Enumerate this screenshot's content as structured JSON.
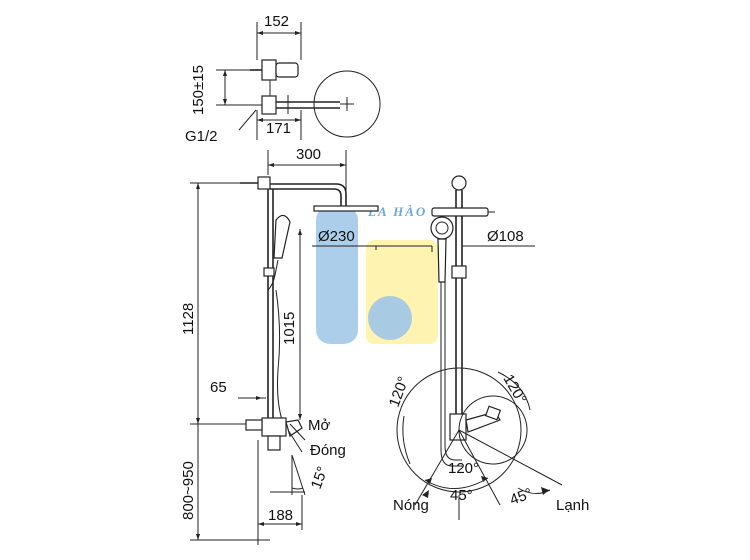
{
  "dimensions": {
    "top_width": "152",
    "top_height": "150±15",
    "pipe_depth": "171",
    "thread": "G1/2",
    "arm_length": "300",
    "head_diameter": "Ø230",
    "hand_diameter": "Ø108",
    "total_height": "1128",
    "bar_height": "1015",
    "offset": "65",
    "install_height": "800~950",
    "mixer_depth": "188",
    "tilt_angle": "15°",
    "arc_left": "120°",
    "arc_right": "120°",
    "arc_center": "120°",
    "angle_left": "45°",
    "angle_right": "45°"
  },
  "labels": {
    "open": "Mở",
    "close": "Đóng",
    "hot": "Nóng",
    "cold": "Lạnh"
  },
  "watermark": {
    "text": "LA HÀO",
    "color_blue": "#6fa8dc",
    "color_yellow": "#fff2a8"
  }
}
